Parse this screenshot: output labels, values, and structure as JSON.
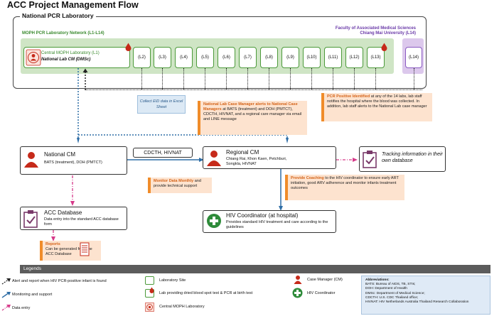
{
  "title": "ACC Project Management Flow",
  "outer_title": "National PCR Laboratory",
  "network_title": "MOPH PCR Laboratory Network (L1-L14)",
  "faculty_title_1": "Faculty of Associated Medical Sciences",
  "faculty_title_2": "Chiang Mai University (L14)",
  "central_lab": {
    "line1": "Central MOPH Laboratory (L1)",
    "line2": "National Lab CM (DMSc)"
  },
  "labs": [
    "(L2)",
    "(L3)",
    "(L4)",
    "(L5)",
    "(L6)",
    "(L7)",
    "(L8)",
    "(L9)",
    "(L10)",
    "(L11)",
    "(L12)",
    "(L13)"
  ],
  "lab14": "(L14)",
  "collect_note": "Collect EID data in Excel Sheet",
  "pcr_positive": {
    "bold": "PCR Positive Identified",
    "rest": " at any of the 14 labs, lab staff notifies the hospital where the blood was collected. In addition, lab staff alerts to the National Lab case manager"
  },
  "national_alert": {
    "bold": "National Lab Case Manager alerts to National Case Managers",
    "rest": " at BATS (treatment) and DOH (PMTCT), CDCTH, HIVNAT, and a regional care manager via email and LINE message"
  },
  "national_cm": {
    "title": "National CM",
    "sub": "BATS (treatment), DOH (PMTCT)"
  },
  "cdcth_label": "CDCTH, HIVNAT",
  "regional_cm": {
    "title": "Regional CM",
    "sub1": "Chiang Rai, Khon Kaen, Petchburi,",
    "sub2": "Songkla, HIVNAT"
  },
  "tracking": "Tracking information in their own database",
  "monitor": {
    "bold": "Monitor Data Monthly",
    "rest": " and provide technical support"
  },
  "coaching": {
    "bold": "Provide Coaching",
    "rest": " to the HIV coordinator to ensure early ART initiation, good ARV adherence and monitor infants treatment outcomes"
  },
  "acc_db": {
    "title": "ACC Database",
    "sub": "Data entry into the standard ACC database form"
  },
  "hiv_coord": {
    "title": "HIV Coordinator (at hospital)",
    "sub": "Provides standard HIV treatment and care according to the guidelines"
  },
  "reports": {
    "bold": "Reports",
    "rest": "Can be generated from the ACC Database"
  },
  "legend": {
    "title": "Legends",
    "alert": "Alert and report when HIV PCR-positive infant is found",
    "monitoring": "Monitoring and support",
    "data_entry": "Data entry",
    "lab_site": "Laboratory Site",
    "lab_dbs": "Lab providing dried blood spot test & PCR at birth test",
    "central_lab": "Central MOPH Laboratory",
    "case_manager": "Case Manager (CM)",
    "hiv_coordinator": "HIV Coordinator"
  },
  "abbreviations": {
    "heading": "Abbreviations:",
    "lines": [
      "BATS: Bureau of AIDS, TB, STIs;",
      "DOH: Department of Health",
      "DMSc: Department of Medical Science;",
      "CDCTH: U.S. CDC Thailand office;",
      "HIVNAT: HIV Netherlands Australia Thailand Research Collaboration"
    ]
  },
  "colors": {
    "green": "#4c9a3a",
    "purple": "#8a5ac2",
    "orange": "#f08c2a",
    "blue_arrow": "#2f6ea6",
    "pink_arrow": "#d63a8a",
    "red_icon": "#c62a1a",
    "gray_bar": "#5c5c5c"
  }
}
